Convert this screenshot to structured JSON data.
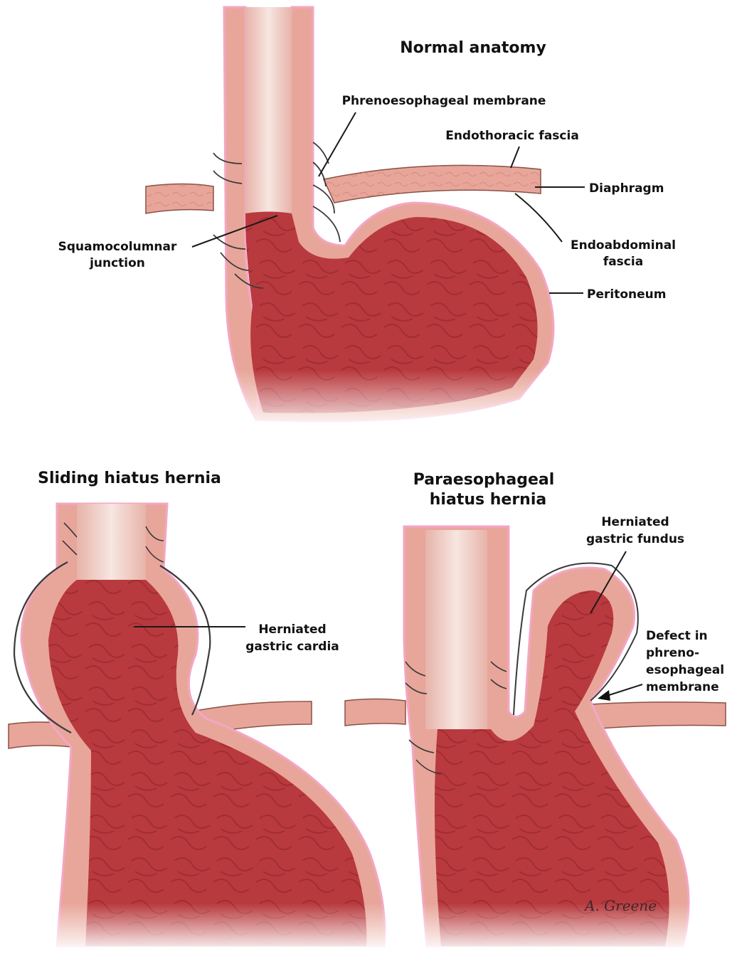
{
  "titles": {
    "normal": "Normal anatomy",
    "sliding": "Sliding hiatus hernia",
    "para_line1": "Paraesophageal",
    "para_line2": "hiatus hernia"
  },
  "labels": {
    "phrenoesophageal_membrane": "Phrenoesophageal membrane",
    "endothoracic_fascia": "Endothoracic fascia",
    "diaphragm": "Diaphragm",
    "endoabdominal_line1": "Endoabdominal",
    "endoabdominal_line2": "fascia",
    "peritoneum": "Peritoneum",
    "squamocolumnar_line1": "Squamocolumnar",
    "squamocolumnar_line2": "junction",
    "herniated_cardia_line1": "Herniated",
    "herniated_cardia_line2": "gastric cardia",
    "herniated_fundus_line1": "Herniated",
    "herniated_fundus_line2": "gastric fundus",
    "defect_line1": "Defect in",
    "defect_line2": "phreno-",
    "defect_line3": "esophageal",
    "defect_line4": "membrane"
  },
  "signature": "A. Greene",
  "colors": {
    "mucosa": "#b83a3e",
    "mucosa_dark": "#8e2228",
    "wall": "#e8a69a",
    "wall_edge": "#b86a5e",
    "peritoneum": "#f3a7c4",
    "esophagus_inner": "#f2d9d2",
    "membrane": "#3a3a3a"
  }
}
